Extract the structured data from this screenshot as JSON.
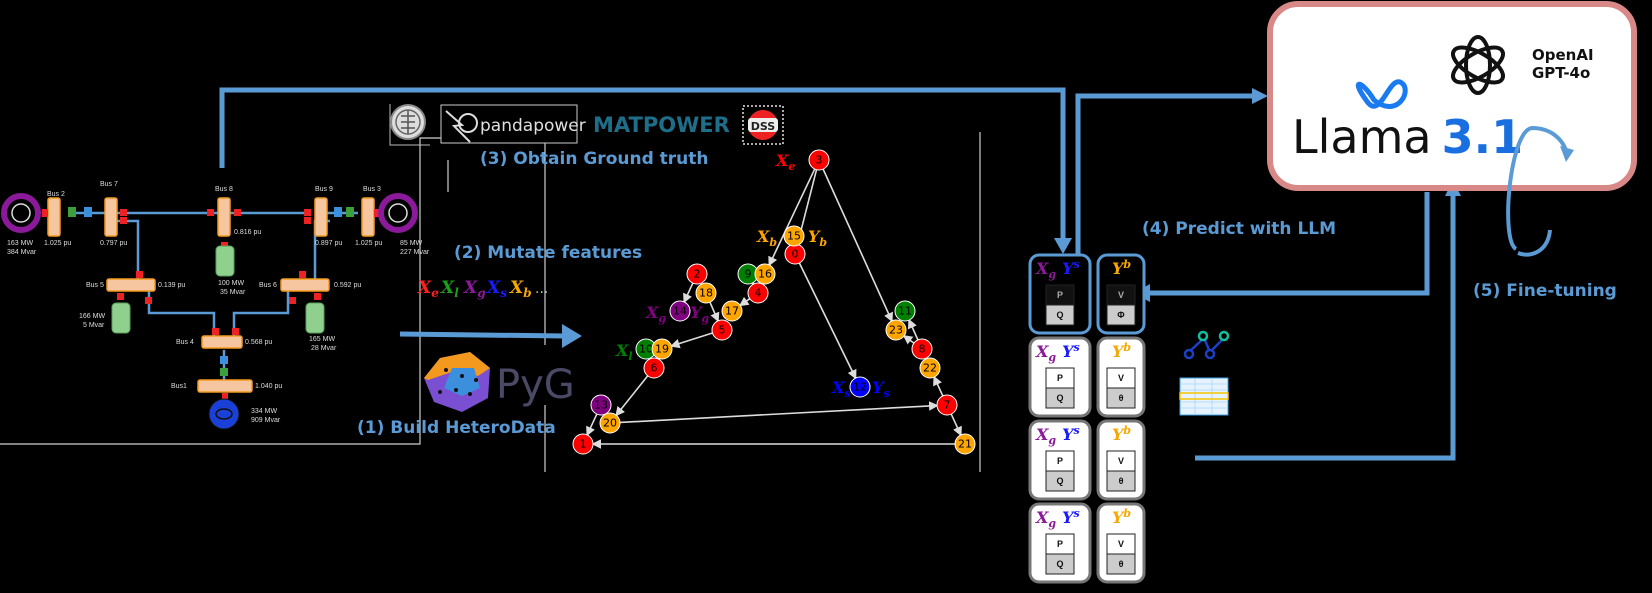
{
  "steps": {
    "build": "(1) Build HeteroData",
    "mutate": "(2) Mutate features",
    "ground_truth": "(3) Obtain Ground truth",
    "predict": "(4) Predict with LLM",
    "finetune": "(5) Fine-tuning"
  },
  "grid": {
    "buses": [
      {
        "name": "Bus 2",
        "voltage": "1.025 pu"
      },
      {
        "name": "Bus 7",
        "voltage": "0.797 pu"
      },
      {
        "name": "Bus 8",
        "voltage": "0.816 pu"
      },
      {
        "name": "Bus 9",
        "voltage": "0.897 pu"
      },
      {
        "name": "Bus 3",
        "voltage": "1.025 pu"
      },
      {
        "name": "Bus 5",
        "voltage": "0.139 pu"
      },
      {
        "name": "Bus 6",
        "voltage": "0.592 pu"
      },
      {
        "name": "Bus 4",
        "voltage": "0.568 pu"
      },
      {
        "name": "Bus1",
        "voltage": "1.040 pu"
      }
    ],
    "gen_left": {
      "p": "163 MW",
      "q": "384 Mvar"
    },
    "gen_right": {
      "p": "85 MW",
      "q": "227 Mvar"
    },
    "gen_bottom": {
      "p": "334 MW",
      "q": "909 Mvar"
    },
    "load_bus8": {
      "p": "100 MW",
      "q": "35 Mvar"
    },
    "load_bus5": {
      "p": "166 MW",
      "q": "5 Mvar"
    },
    "load_bus6": {
      "p": "165 MW",
      "q": "28 Mvar"
    }
  },
  "tools": {
    "pandapower": "pandapower",
    "matpower": "MATPOWER",
    "dss": "DSS",
    "pyg": "PyG"
  },
  "features": {
    "items": [
      {
        "sym": "X",
        "sub": "e",
        "color": "#ff2020"
      },
      {
        "sym": "X",
        "sub": "l",
        "color": "#1aa01a"
      },
      {
        "sym": "X",
        "sub": "g",
        "color": "#8b1a9a"
      },
      {
        "sym": "X",
        "sub": "s",
        "color": "#1a1aff"
      },
      {
        "sym": "X",
        "sub": "b",
        "color": "#f5a800"
      }
    ],
    "ellipsis": "..."
  },
  "graph": {
    "nodes": [
      {
        "id": "0",
        "type": "e"
      },
      {
        "id": "1",
        "type": "e"
      },
      {
        "id": "2",
        "type": "e"
      },
      {
        "id": "3",
        "type": "e"
      },
      {
        "id": "4",
        "type": "e"
      },
      {
        "id": "5",
        "type": "e"
      },
      {
        "id": "6",
        "type": "e"
      },
      {
        "id": "7",
        "type": "e"
      },
      {
        "id": "8",
        "type": "e"
      },
      {
        "id": "9",
        "type": "l"
      },
      {
        "id": "10",
        "type": "l"
      },
      {
        "id": "11",
        "type": "l"
      },
      {
        "id": "12",
        "type": "s"
      },
      {
        "id": "13",
        "type": "g"
      },
      {
        "id": "14",
        "type": "g"
      },
      {
        "id": "15",
        "type": "b"
      },
      {
        "id": "16",
        "type": "b"
      },
      {
        "id": "17",
        "type": "b"
      },
      {
        "id": "18",
        "type": "b"
      },
      {
        "id": "19",
        "type": "b"
      },
      {
        "id": "20",
        "type": "b"
      },
      {
        "id": "21",
        "type": "b"
      },
      {
        "id": "22",
        "type": "b"
      },
      {
        "id": "23",
        "type": "b"
      }
    ],
    "labels": {
      "xe": {
        "sym": "X",
        "sub": "e"
      },
      "xb": {
        "sym": "X",
        "sub": "b"
      },
      "yb": {
        "sym": "Y",
        "sub": "b"
      },
      "xg": {
        "sym": "X",
        "sub": "g"
      },
      "yg": {
        "sym": "Y",
        "sub": "g"
      },
      "xl": {
        "sym": "X",
        "sub": "l"
      },
      "xs": {
        "sym": "X",
        "sub": "s"
      },
      "ys": {
        "sym": "Y",
        "sub": "s"
      }
    },
    "colors": {
      "e": "#ff0000",
      "l": "#008000",
      "s": "#0000ff",
      "g": "#800080",
      "b": "#ffa500"
    }
  },
  "cards": {
    "left_title": {
      "x": "X",
      "xsub": "g",
      "y": "Y",
      "ysup": "s"
    },
    "right_title": {
      "y": "Y",
      "ysup": "b"
    },
    "left_cells": [
      "P",
      "Q"
    ],
    "right_cells": [
      "V",
      "θ"
    ],
    "highlight_left_cells": [
      "P",
      "Q"
    ],
    "highlight_right_cells": [
      "V",
      "Φ"
    ]
  },
  "llm": {
    "openai_line1": "OpenAI",
    "openai_line2": "GPT-4o",
    "llama_word": "Llama",
    "llama_version": "3.1"
  }
}
